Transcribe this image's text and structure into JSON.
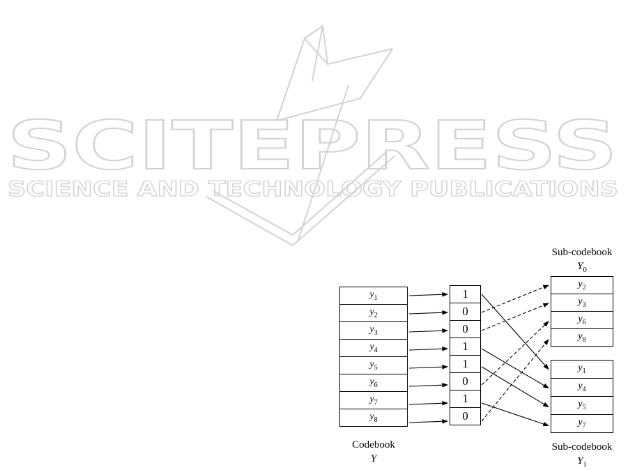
{
  "watermark": {
    "title": "SCITEPRESS",
    "subtitle": "SCIENCE AND TECHNOLOGY PUBLICATIONS",
    "color": "#d2d2d2"
  },
  "diagram": {
    "line_color": "#000000",
    "codebook": {
      "caption_line1": "Codebook",
      "caption_base": "Y",
      "entries": [
        {
          "base": "y",
          "sub": "1"
        },
        {
          "base": "y",
          "sub": "2"
        },
        {
          "base": "y",
          "sub": "3"
        },
        {
          "base": "y",
          "sub": "4"
        },
        {
          "base": "y",
          "sub": "5"
        },
        {
          "base": "y",
          "sub": "6"
        },
        {
          "base": "y",
          "sub": "7"
        },
        {
          "base": "y",
          "sub": "8"
        }
      ]
    },
    "bits": [
      "1",
      "0",
      "0",
      "1",
      "1",
      "0",
      "1",
      "0"
    ],
    "subcodebook0": {
      "caption_line1": "Sub-codebook",
      "caption_base": "Y",
      "caption_sub": "0",
      "entries": [
        {
          "base": "y",
          "sub": "2"
        },
        {
          "base": "y",
          "sub": "3"
        },
        {
          "base": "y",
          "sub": "6"
        },
        {
          "base": "y",
          "sub": "8"
        }
      ]
    },
    "subcodebook1": {
      "caption_line1": "Sub-codebook",
      "caption_base": "Y",
      "caption_sub": "1",
      "entries": [
        {
          "base": "y",
          "sub": "1"
        },
        {
          "base": "y",
          "sub": "4"
        },
        {
          "base": "y",
          "sub": "5"
        },
        {
          "base": "y",
          "sub": "7"
        }
      ]
    },
    "mappings": [
      {
        "bit_index": 0,
        "target": "Y1",
        "row": 0,
        "style": "solid"
      },
      {
        "bit_index": 1,
        "target": "Y0",
        "row": 0,
        "style": "dashed"
      },
      {
        "bit_index": 2,
        "target": "Y0",
        "row": 1,
        "style": "dashed"
      },
      {
        "bit_index": 3,
        "target": "Y1",
        "row": 1,
        "style": "solid"
      },
      {
        "bit_index": 4,
        "target": "Y1",
        "row": 2,
        "style": "solid"
      },
      {
        "bit_index": 5,
        "target": "Y0",
        "row": 2,
        "style": "dashed"
      },
      {
        "bit_index": 6,
        "target": "Y1",
        "row": 3,
        "style": "solid"
      },
      {
        "bit_index": 7,
        "target": "Y0",
        "row": 3,
        "style": "dashed"
      }
    ]
  }
}
